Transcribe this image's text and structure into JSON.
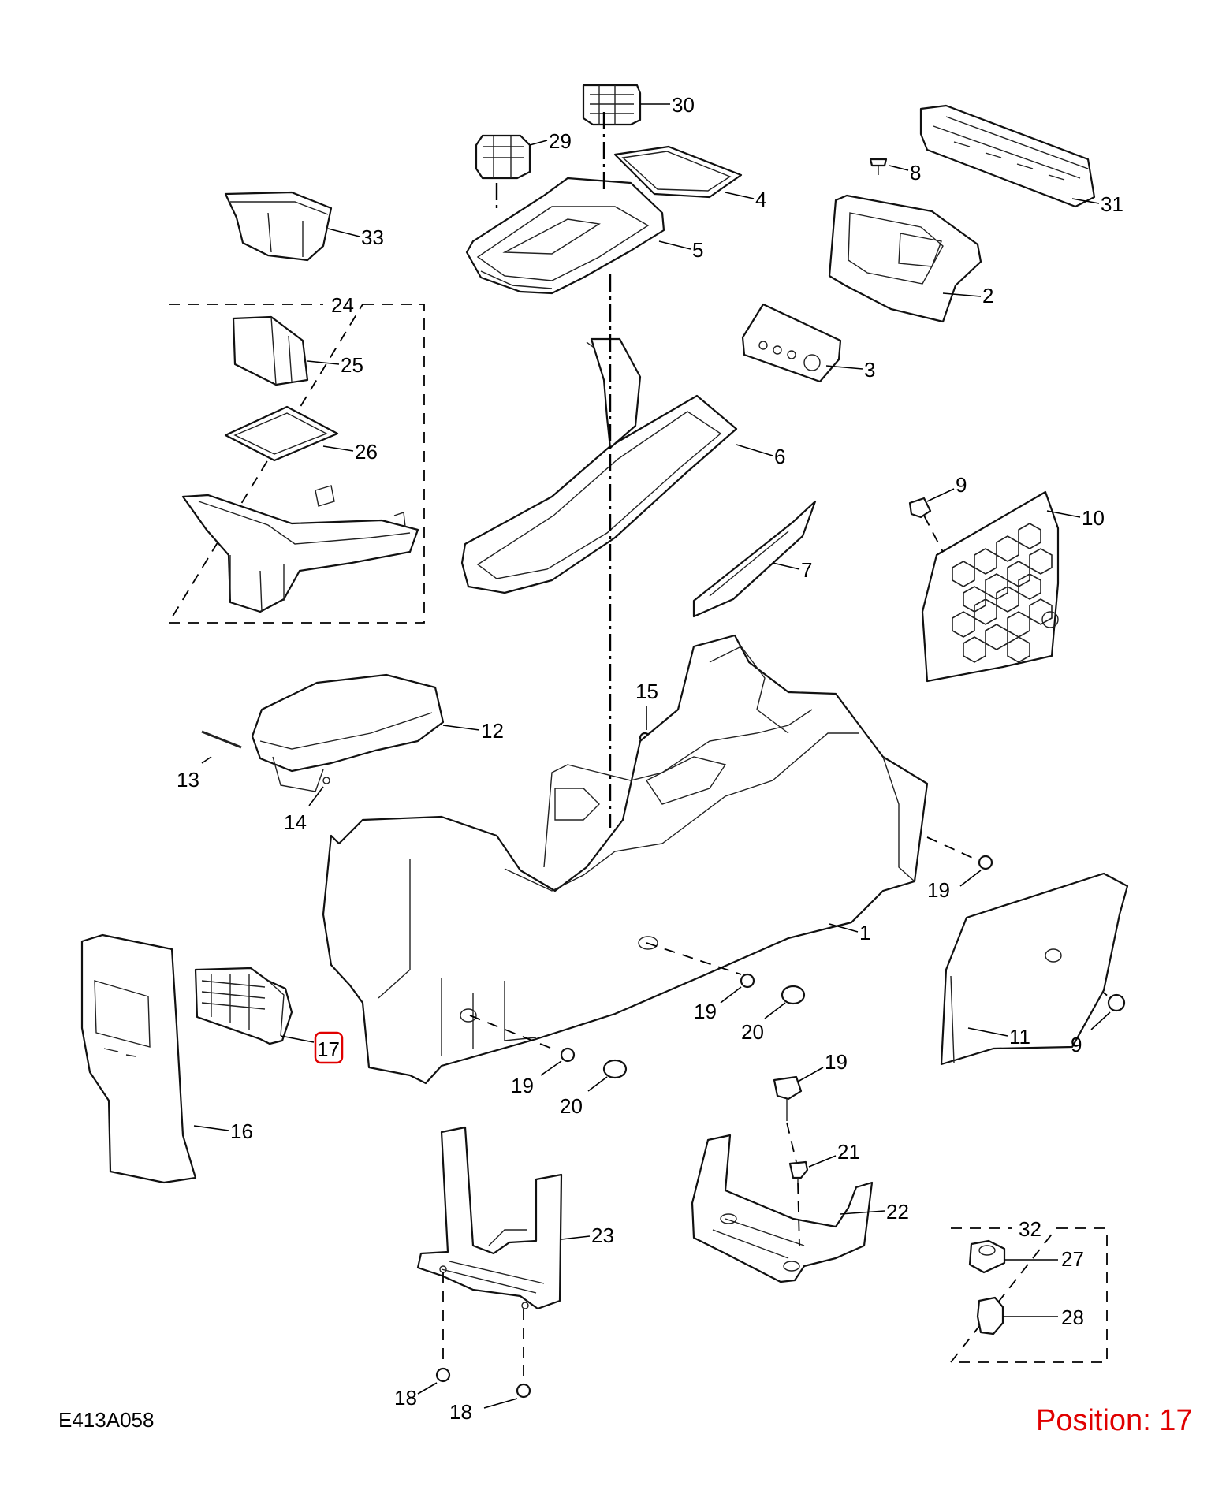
{
  "diagram_code": "E413A058",
  "position_text": "Position: 17",
  "highlight_color": "#e00000",
  "callouts": {
    "n1": "1",
    "n2": "2",
    "n3": "3",
    "n4": "4",
    "n5": "5",
    "n6": "6",
    "n7": "7",
    "n8": "8",
    "n9": "9",
    "n10": "10",
    "n11": "11",
    "n12": "12",
    "n13": "13",
    "n14": "14",
    "n15": "15",
    "n16": "16",
    "n17": "17",
    "n18": "18",
    "n19": "19",
    "n20": "20",
    "n21": "21",
    "n22": "22",
    "n23": "23",
    "n24": "24",
    "n25": "25",
    "n26": "26",
    "n27": "27",
    "n28": "28",
    "n29": "29",
    "n30": "30",
    "n31": "31",
    "n32": "32",
    "n33": "33"
  }
}
